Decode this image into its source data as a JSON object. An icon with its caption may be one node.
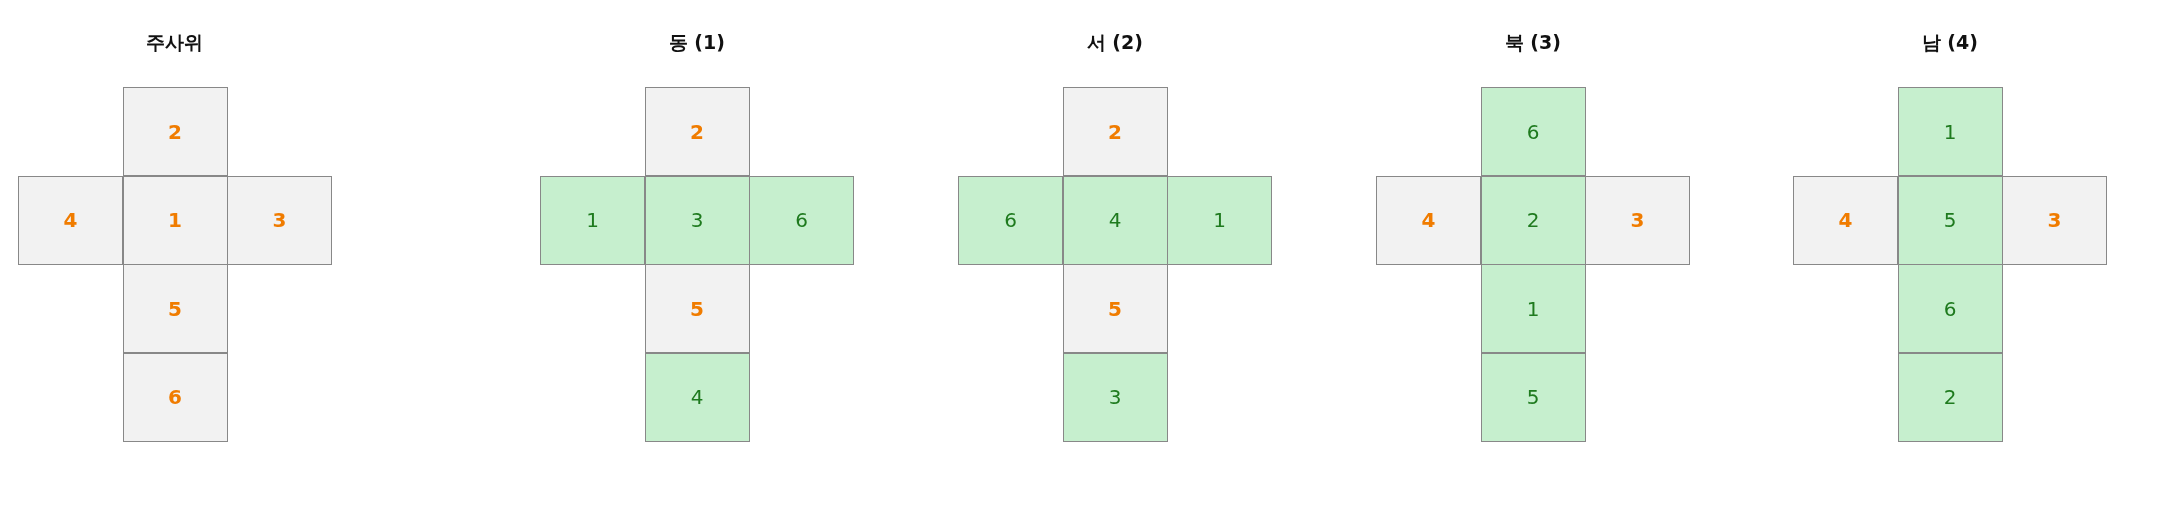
{
  "diagram": {
    "nodes": [
      {
        "text": [
          "2"
        ]
      },
      {
        "text": [
          "4"
        ]
      },
      {
        "text": [
          "1"
        ]
      },
      {
        "text": [
          "3"
        ]
      },
      {
        "text": [
          "5"
        ]
      },
      {
        "text": [
          "6"
        ]
      },
      {
        "text": [
          "2"
        ]
      },
      {
        "text": [
          "1"
        ]
      },
      {
        "text": [
          "3"
        ]
      },
      {
        "text": [
          "6"
        ]
      },
      {
        "text": [
          "5"
        ]
      },
      {
        "text": [
          "4"
        ]
      },
      {
        "text": [
          "2"
        ]
      },
      {
        "text": [
          "6"
        ]
      },
      {
        "text": [
          "4"
        ]
      },
      {
        "text": [
          "1"
        ]
      },
      {
        "text": [
          "5"
        ]
      },
      {
        "text": [
          "3"
        ]
      },
      {
        "text": [
          "6"
        ]
      },
      {
        "text": [
          "4"
        ]
      },
      {
        "text": [
          "2"
        ]
      },
      {
        "text": [
          "3"
        ]
      },
      {
        "text": [
          "1"
        ]
      },
      {
        "text": [
          "5"
        ]
      },
      {
        "text": [
          "1"
        ]
      },
      {
        "text": [
          "4"
        ]
      },
      {
        "text": [
          "5"
        ]
      },
      {
        "text": [
          "3"
        ]
      },
      {
        "text": [
          "6"
        ]
      },
      {
        "text": [
          "2"
        ]
      }
    ],
    "labels": [
      "주사위",
      "동 (1)",
      "서 (2)",
      "북 (3)",
      "남 (4)"
    ]
  }
}
